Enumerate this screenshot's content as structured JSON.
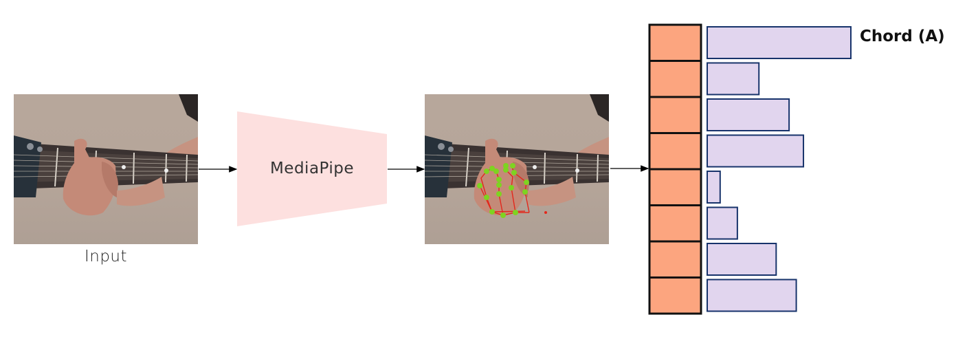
{
  "input_image": {
    "caption": "Input"
  },
  "model": {
    "name": "MediaPipe",
    "fill_color": "#fde0df"
  },
  "output_image": {
    "annotation_colors": {
      "landmark": "#7ed321",
      "connection": "#e3271b"
    }
  },
  "feature_vector": {
    "cell_count": 8,
    "cell_color": "#fca57f",
    "border_color": "#111111"
  },
  "prediction": {
    "label": "Chord (A)",
    "bar_fill": "#e1d5ee",
    "bar_border": "#17336b",
    "scores": [
      1.0,
      0.36,
      0.57,
      0.67,
      0.09,
      0.21,
      0.48,
      0.62
    ]
  }
}
